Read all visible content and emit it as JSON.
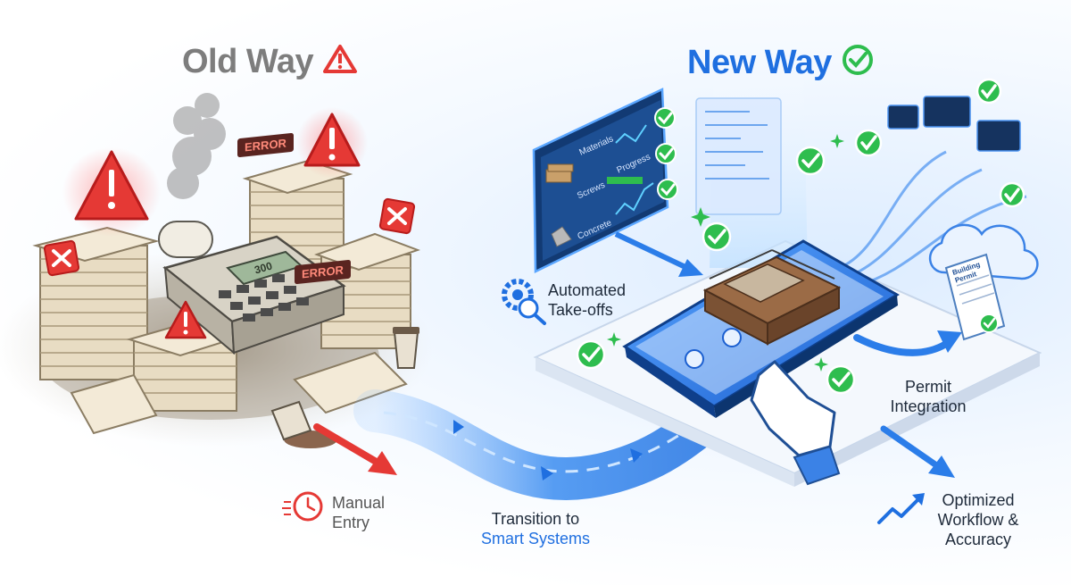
{
  "titles": {
    "old": "Old Way",
    "new": "New Way"
  },
  "error_tags": [
    "ERROR",
    "ERROR"
  ],
  "calculator_display": "300",
  "dashboard": {
    "rows": [
      "Materials",
      "Screws",
      "Concrete"
    ],
    "progress_label": "Progress"
  },
  "labels": {
    "manual_entry": [
      "Manual",
      "Entry"
    ],
    "transition": [
      "Transition to",
      "Smart Systems"
    ],
    "automated": [
      "Automated",
      "Take-offs"
    ],
    "permit": [
      "Permit",
      "Integration"
    ],
    "optimized": [
      "Optimized",
      "Workflow &",
      "Accuracy"
    ]
  },
  "permit_doc_title": [
    "Building",
    "Permit"
  ],
  "colors": {
    "old_title": "#7d7d7d",
    "new_title": "#1f6fe0",
    "alert_red": "#e53935",
    "check_green": "#2ebd4e",
    "flow_blue": "#2b7de9"
  }
}
